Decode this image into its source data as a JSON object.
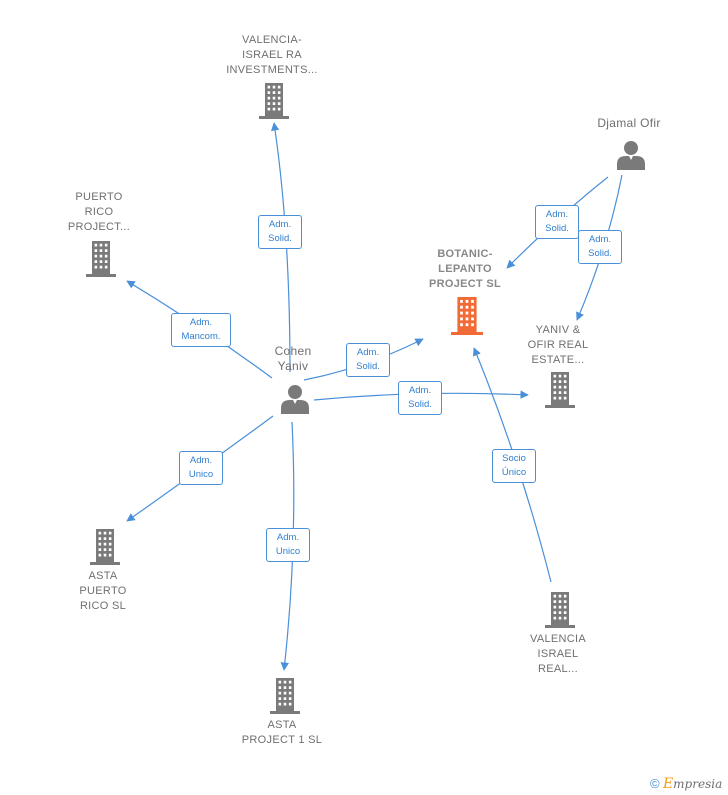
{
  "nodes": {
    "valencia_israel_ra": {
      "label": "VALENCIA-\nISRAEL RA\nINVESTMENTS...",
      "type": "company"
    },
    "puerto_rico": {
      "label": "PUERTO\nRICO\nPROJECT...",
      "type": "company"
    },
    "djamal": {
      "label": "Djamal Ofir",
      "type": "person"
    },
    "botanic": {
      "label": "BOTANIC-\nLEPANTO\nPROJECT  SL",
      "type": "company-focus"
    },
    "cohen": {
      "label": "Cohen\nYaniv",
      "type": "person"
    },
    "yaniv_ofir": {
      "label": "YANIV &\nOFIR REAL\nESTATE...",
      "type": "company"
    },
    "asta_puerto": {
      "label": "ASTA\nPUERTO\nRICO  SL",
      "type": "company"
    },
    "asta_project": {
      "label": "ASTA\nPROJECT 1  SL",
      "type": "company"
    },
    "valencia_real": {
      "label": "VALENCIA\nISRAEL\nREAL...",
      "type": "company"
    }
  },
  "edges": [
    {
      "from": "cohen",
      "to": "valencia_israel_ra",
      "label": "Adm.\nSolid."
    },
    {
      "from": "cohen",
      "to": "puerto_rico",
      "label": "Adm.\nMancom."
    },
    {
      "from": "cohen",
      "to": "botanic",
      "label": "Adm.\nSolid."
    },
    {
      "from": "cohen",
      "to": "yaniv_ofir",
      "label": "Adm.\nSolid."
    },
    {
      "from": "cohen",
      "to": "asta_puerto",
      "label": "Adm.\nUnico"
    },
    {
      "from": "cohen",
      "to": "asta_project",
      "label": "Adm.\nUnico"
    },
    {
      "from": "djamal",
      "to": "botanic",
      "label": "Adm.\nSolid."
    },
    {
      "from": "djamal",
      "to": "yaniv_ofir",
      "label": "Adm.\nSolid."
    },
    {
      "from": "valencia_real",
      "to": "botanic",
      "label": "Socio\nÚnico"
    }
  ],
  "colors": {
    "edge": "#4a90d9",
    "icon": "#7a7a7a",
    "focus_icon": "#f26a35"
  },
  "footer": {
    "copyright": "©",
    "brand_initial": "E",
    "brand_rest": "mpresia"
  }
}
